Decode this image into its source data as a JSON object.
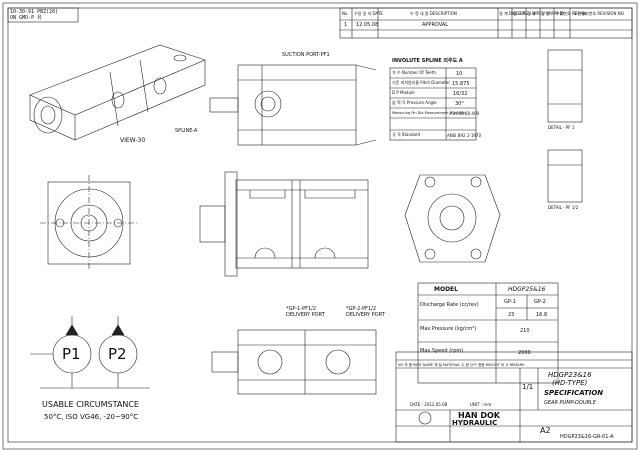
{
  "corner_note": {
    "line1": "10-30-91 PBZ(20)",
    "line2": "ON GMO-P 유"
  },
  "revision_table": {
    "headers": [
      "No",
      "수정 일 자 DATE",
      "수 정 내 용 DESCRIPTION",
      "설 계 DWG BY",
      "검 토 REV BY",
      "검 사 RCV BY",
      "승 인 APP BY",
      "수정번호 REV No",
      "도면관리번호 REVISION NO"
    ],
    "row": {
      "no": "1",
      "date": "12.05.08",
      "desc": "APPROVAL"
    }
  },
  "spline_table": {
    "title": "INVOLUTE SPLINE 외주도 A",
    "rows": [
      {
        "label": "치 수 Number Of Teeth",
        "value": "10"
      },
      {
        "label": "기준 피치원지름 Pitch Diameter",
        "value": "15.875"
      },
      {
        "label": "D P Module",
        "value": "16/32"
      },
      {
        "label": "압 력 각 Pressure Angle",
        "value": "30°"
      },
      {
        "label": "Measuring Pin Dia Measurement Over Pins",
        "value": "#3.048 20.409"
      },
      {
        "label": "규 격 Standard",
        "value": "ANSI B92.1-1970"
      }
    ]
  },
  "labels": {
    "suction_port": "SUCTION PORT-PF1",
    "view": "VIEW-30",
    "spline": "SPLINE-A",
    "gp1": "*GP-1-PF1/2",
    "gp1_b": "DELIVERY PORT",
    "gp2": "*GP-2-PF1/2",
    "gp2_b": "DELIVERY PORT",
    "detail_a": "DETAIL - PF 1",
    "detail_b": "DETAIL - PF 1/2",
    "usable": "USABLE CIRCUMSTANCE",
    "usable_temp": "50°C, ISO VG46, -20~90°C",
    "p1": "P1",
    "p2": "P2"
  },
  "spec_table": {
    "model_label": "MODEL",
    "model_value": "HDGP25&16",
    "discharge_label": "Discharge Rate (cc/rev)",
    "gp1_label": "GP-1",
    "gp2_label": "GP-2",
    "gp1_value": "23",
    "gp2_value": "16.8",
    "pressure_label": "Max Pressure (kg/cm²)",
    "pressure_value": "210",
    "speed_label": "Max.Speed (rpm)",
    "speed_value": "2000"
  },
  "title_block": {
    "header": "NO 부 품 PART NAME 재 질 MATERIAL 수 량 QTY 중량 WEIGHT 비 고 REMARK",
    "model": "HDGP23&16",
    "type": "(HD-TYPE)",
    "title1": "SPECIFICATION",
    "title2": "GEAR PUMP-DOUBLE",
    "scale": "1/1",
    "date": "DATE : 2012.05.08",
    "unit": "UNIT : mm",
    "company1": "HAN DOK",
    "company2": "HYDRAULIC",
    "size": "A2",
    "dwg_no": "HDGP23&16-GR-01-A"
  }
}
